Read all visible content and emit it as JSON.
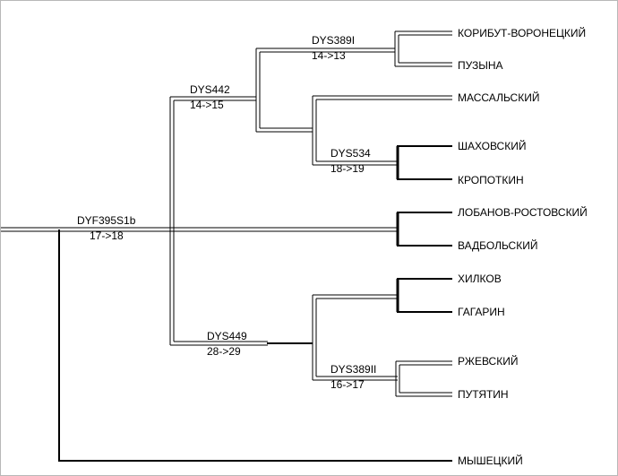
{
  "colors": {
    "line": "#000000",
    "background": "#ffffff",
    "frame": "#b8b8b8"
  },
  "nodes": {
    "dyf395s1b": {
      "marker": "DYF395S1b",
      "mutation": "17->18"
    },
    "dys442": {
      "marker": "DYS442",
      "mutation": "14->15"
    },
    "dys389i": {
      "marker": "DYS389I",
      "mutation": "14->13"
    },
    "dys534": {
      "marker": "DYS534",
      "mutation": "18->19"
    },
    "dys449": {
      "marker": "DYS449",
      "mutation": "28->29"
    },
    "dys389ii": {
      "marker": "DYS389II",
      "mutation": "16->17"
    }
  },
  "leaves": [
    "КОРИБУТ-ВОРОНЕЦКИЙ",
    "ПУЗЫНА",
    "МАССАЛЬСКИЙ",
    "ШАХОВСКИЙ",
    "КРОПОТКИН",
    "ЛОБАНОВ-РОСТОВСКИЙ",
    "ВАДБОЛЬСКИЙ",
    "ХИЛКОВ",
    "ГАГАРИН",
    "РЖЕВСКИЙ",
    "ПУТЯТИН",
    "МЫШЕЦКИЙ"
  ]
}
